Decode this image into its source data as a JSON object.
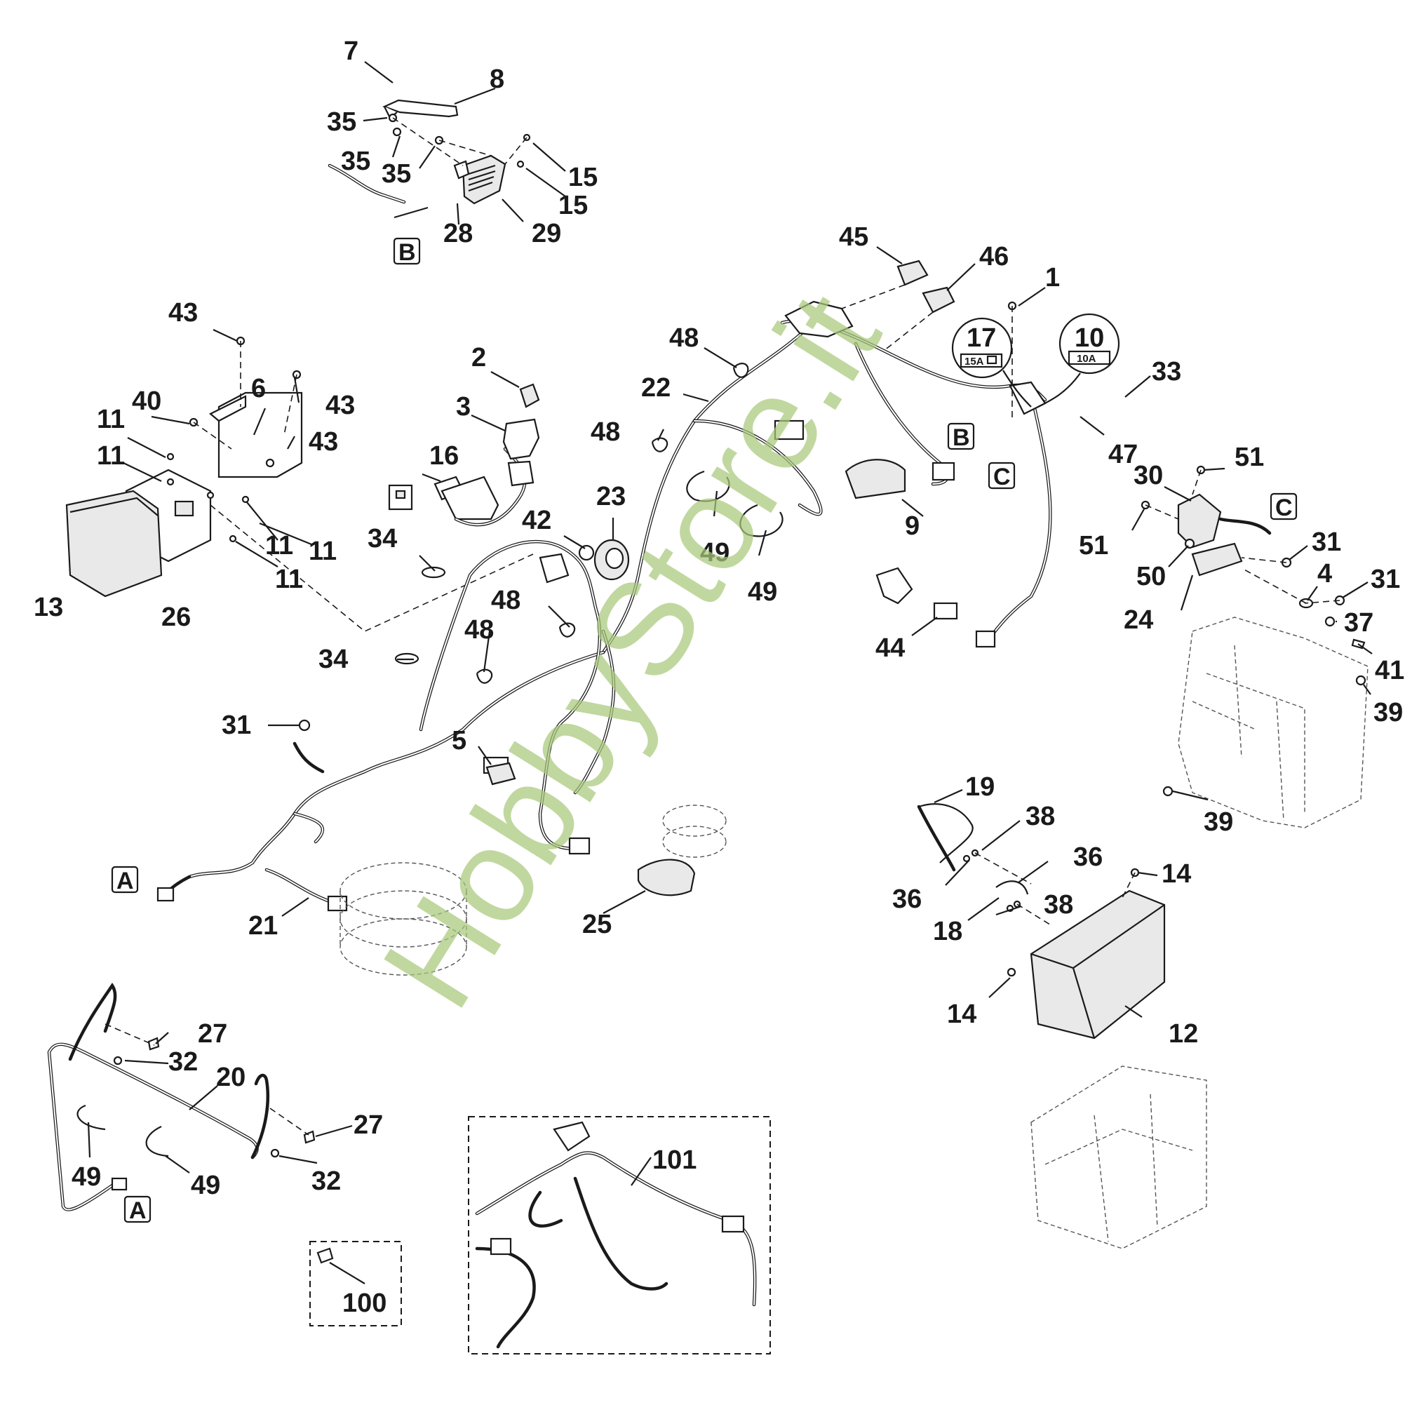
{
  "callout_labels": {
    "A": "A",
    "B": "B",
    "C": "C"
  },
  "fuses": {
    "fuse_17": {
      "number": "17",
      "rating": "15A"
    },
    "fuse_10": {
      "number": "10",
      "rating": "10A"
    }
  },
  "part_numbers": {
    "n7": "7",
    "n8": "8",
    "n35a": "35",
    "n35b": "35",
    "n35c": "35",
    "n15a": "15",
    "n15b": "15",
    "n28": "28",
    "n29": "29",
    "n45": "45",
    "n46": "46",
    "n1": "1",
    "n48a": "48",
    "n22": "22",
    "n33": "33",
    "n47": "47",
    "n43a": "43",
    "n43b": "43",
    "n43c": "43",
    "n6": "6",
    "n40": "40",
    "n11a": "11",
    "n11b": "11",
    "n11c": "11",
    "n11d": "11",
    "n11e": "11",
    "n2": "2",
    "n3": "3",
    "n16": "16",
    "n48b": "48",
    "n23": "23",
    "n42": "42",
    "n30": "30",
    "n51a": "51",
    "n51b": "51",
    "n31a": "31",
    "n31b": "31",
    "n50": "50",
    "n4": "4",
    "n24": "24",
    "n37": "37",
    "n41": "41",
    "n39a": "39",
    "n39b": "39",
    "n49a": "49",
    "n49b": "49",
    "n9": "9",
    "n34a": "34",
    "n34b": "34",
    "n13": "13",
    "n26": "26",
    "n48c": "48",
    "n48d": "48",
    "n44": "44",
    "n31c": "31",
    "n5": "5",
    "n19": "19",
    "n38a": "38",
    "n36a": "36",
    "n36b": "36",
    "n14a": "14",
    "n38b": "38",
    "n18": "18",
    "n21": "21",
    "n25": "25",
    "n14b": "14",
    "n12": "12",
    "n27a": "27",
    "n32a": "32",
    "n20": "20",
    "n27b": "27",
    "n32b": "32",
    "n49c": "49",
    "n49d": "49",
    "n101": "101",
    "n100": "100"
  },
  "watermark": "HobbyStore.it",
  "colors": {
    "line": "#1a1a1a",
    "watermark": "#a8c97a",
    "background": "#ffffff"
  }
}
